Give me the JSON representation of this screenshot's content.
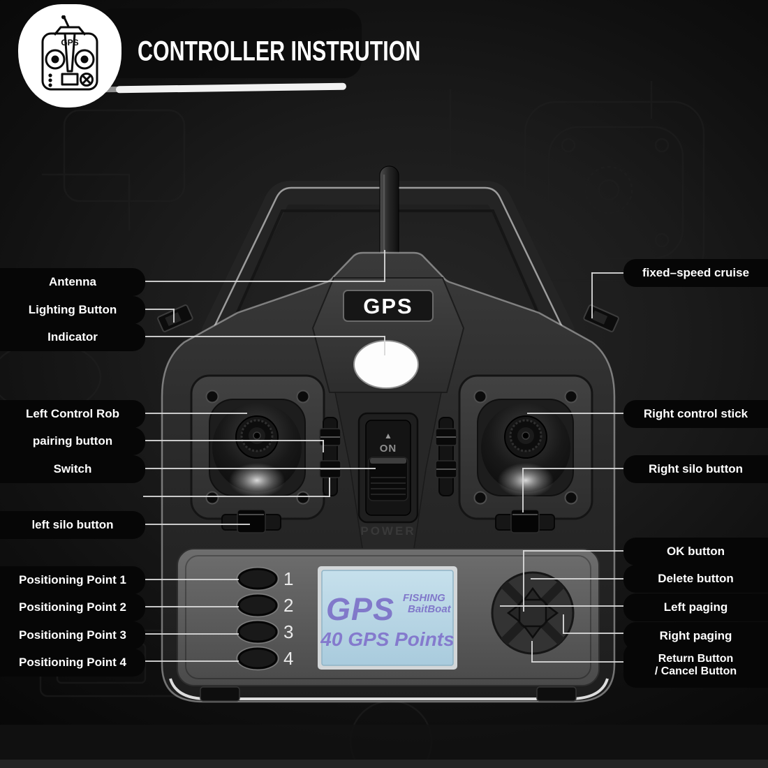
{
  "header": {
    "title": "CONTROLLER INSTRUTION",
    "icon_text": "GPS"
  },
  "controller": {
    "gps_plate": "GPS",
    "power": {
      "arrow": "▲",
      "on": "ON",
      "label": "POWER"
    },
    "lcd": {
      "brand": "GPS",
      "fishing": "FISHING",
      "baitboat": "BaitBoat",
      "points": "40 GPS Points"
    },
    "memory_buttons": [
      "1",
      "2",
      "3",
      "4"
    ]
  },
  "labels_left": [
    {
      "text": "Antenna"
    },
    {
      "text": "Lighting Button"
    },
    {
      "text": "Indicator"
    },
    {
      "text": "Left Control Rob"
    },
    {
      "text": "pairing button"
    },
    {
      "text": "Switch"
    },
    {
      "text": "left silo button"
    },
    {
      "text": "Positioning Point 1"
    },
    {
      "text": "Positioning Point 2"
    },
    {
      "text": "Positioning Point 3"
    },
    {
      "text": "Positioning Point 4"
    }
  ],
  "labels_right": [
    {
      "text": "fixed–speed cruise"
    },
    {
      "text": "Right control stick"
    },
    {
      "text": "Right silo button"
    },
    {
      "text": "OK button"
    },
    {
      "text": "Delete button"
    },
    {
      "text": "Left paging"
    },
    {
      "text": "Right paging"
    },
    {
      "text": "Return Button",
      "text2": "/ Cancel Button"
    }
  ],
  "colors": {
    "background": "#101010",
    "label_pill": "#060606",
    "label_text": "#ffffff",
    "connector_line": "#d8d8d8",
    "body_gray": "#2e2e2e",
    "panel_gray": "#5c5c5c",
    "lcd_background": "#b9d9e8",
    "lcd_text": "#7b6fc7"
  }
}
